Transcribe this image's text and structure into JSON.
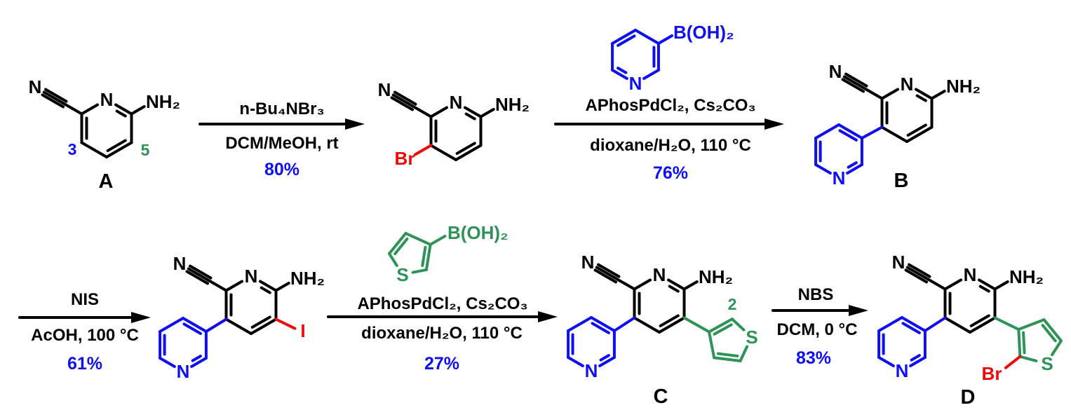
{
  "colors": {
    "black": "#000000",
    "blue": "#0f0ff0",
    "green": "#2e9357",
    "red": "#ef0a0a"
  },
  "compounds": {
    "A": {
      "label": "A",
      "nitrile_n": "N",
      "ring_n": "N",
      "amine": "NH₂",
      "position_3": "3",
      "position_5": "5"
    },
    "bromide": {
      "nitrile_n": "N",
      "ring_n": "N",
      "amine": "NH₂",
      "bromo": "Br"
    },
    "B": {
      "label": "B",
      "nitrile_n": "N",
      "ring_n": "N",
      "amine": "NH₂",
      "pyridyl_n": "N"
    },
    "iodide": {
      "nitrile_n": "N",
      "ring_n": "N",
      "amine": "NH₂",
      "pyridyl_n": "N",
      "iodo": "I"
    },
    "C": {
      "label": "C",
      "nitrile_n": "N",
      "ring_n": "N",
      "amine": "NH₂",
      "pyridyl_n": "N",
      "thienyl_s": "S",
      "position_2": "2"
    },
    "D": {
      "label": "D",
      "nitrile_n": "N",
      "ring_n": "N",
      "amine": "NH₂",
      "pyridyl_n": "N",
      "thienyl_s": "S",
      "bromo": "Br"
    }
  },
  "reagent_structures": {
    "pyridine_boronic_acid": {
      "boronic_group": "B(OH)₂",
      "ring_n": "N"
    },
    "thiophene_boronic_acid": {
      "boronic_group": "B(OH)₂",
      "ring_s": "S"
    }
  },
  "steps": [
    {
      "reagent": "n-Bu₄NBr₃",
      "conditions": "DCM/MeOH, rt",
      "yield": "80%"
    },
    {
      "reagent": "APhosPdCl₂, Cs₂CO₃",
      "conditions": "dioxane/H₂O, 110 °C",
      "yield": "76%"
    },
    {
      "reagent": "NIS",
      "conditions": "AcOH, 100 °C",
      "yield": "61%"
    },
    {
      "reagent": "APhosPdCl₂, Cs₂CO₃",
      "conditions": "dioxane/H₂O, 110 °C",
      "yield": "27%"
    },
    {
      "reagent": "NBS",
      "conditions": "DCM, 0 °C",
      "yield": "83%"
    }
  ]
}
